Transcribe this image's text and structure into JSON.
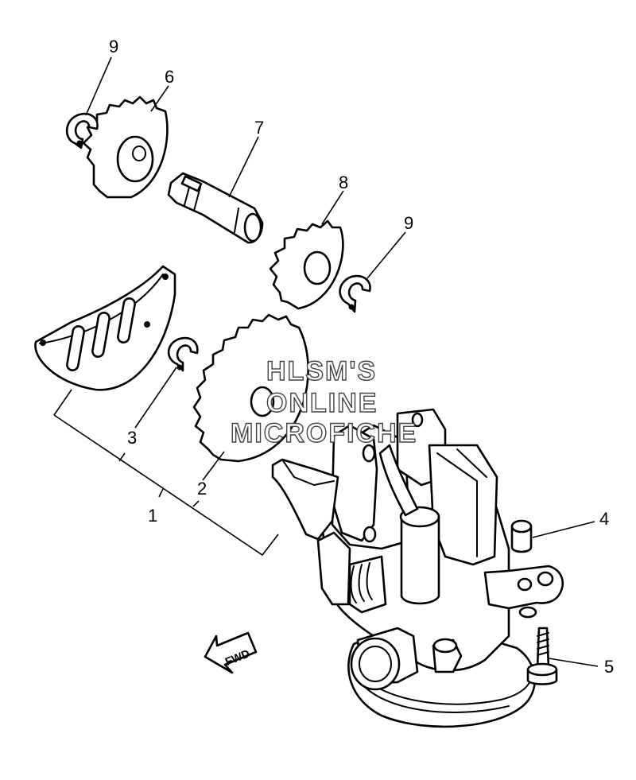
{
  "callouts": {
    "c1": "1",
    "c2": "2",
    "c3": "3",
    "c4": "4",
    "c5": "5",
    "c6": "6",
    "c7": "7",
    "c8": "8",
    "c9a": "9",
    "c9b": "9"
  },
  "watermark": {
    "line1": "HLSM'S",
    "line2": "ONLINE",
    "line3": "MICROFICHE"
  },
  "fwd_label": "FWD"
}
